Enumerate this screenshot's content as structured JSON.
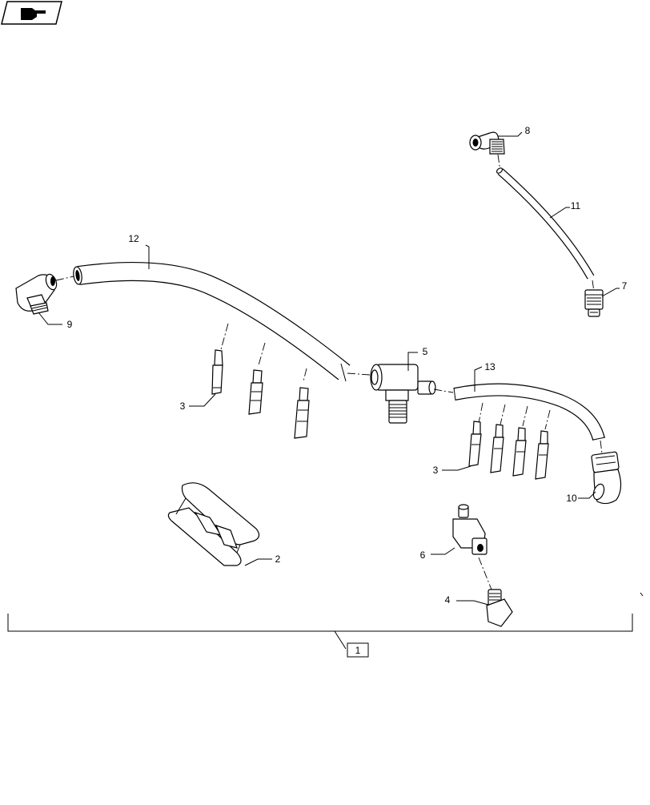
{
  "diagram": {
    "callouts": {
      "c1": "1",
      "c2": "2",
      "c3a": "3",
      "c3b": "3",
      "c4": "4",
      "c5": "5",
      "c6": "6",
      "c7": "7",
      "c8": "8",
      "c9": "9",
      "c10": "10",
      "c11": "11",
      "c12": "12",
      "c13": "13"
    },
    "icons": {
      "corner_badge": "hand-pointing-icon"
    }
  }
}
